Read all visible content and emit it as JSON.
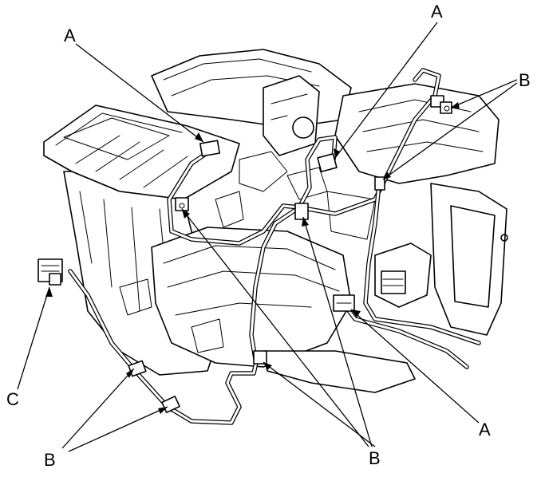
{
  "colors": {
    "ink": "#000000",
    "paper": "#ffffff"
  },
  "callouts": {
    "a_top_left": "A",
    "a_top_right": "A",
    "a_bottom_right": "A",
    "b_top_right": "B",
    "b_bottom_left": "B",
    "b_bottom_right": "B",
    "c_left": "C"
  }
}
